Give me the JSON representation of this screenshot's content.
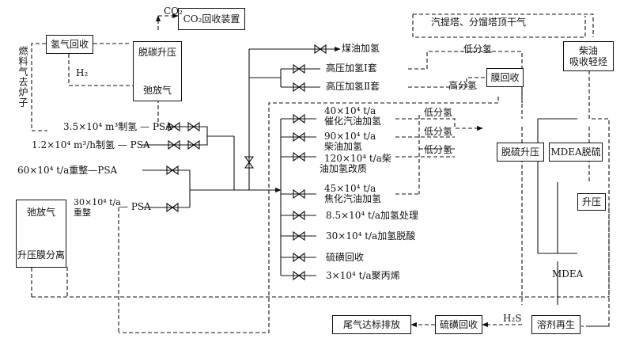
{
  "boxes": {
    "h2_recovery": "氢气回收",
    "co2_plant": "CO₂回收装置",
    "decarb_boost": "脱碳升压",
    "purge_gas_1": "弛放气",
    "membrane_recovery": "膜回收",
    "diesel_absorb": "柴油\n吸收轻烃",
    "desulf_boost": "脱硫升压",
    "mdea_desulf": "MDEA脱硫",
    "boost": "升压",
    "purge_gas_2": "弛放气",
    "boost_membrane": "升压膜分离",
    "solvent_regen": "溶剂再生",
    "sulfur_recovery_box": "硫磺回收",
    "tail_gas": "尾气达标排放"
  },
  "labels": {
    "co2": "CO₂",
    "h2": "H₂",
    "fuel_gas": "燃料气去炉子",
    "psa_35": "3.5×10⁴ m³制氢 — PSA",
    "psa_12": "1.2×10⁴ m³/h制氢 — PSA",
    "psa_60": "60×10⁴ t/a重整—PSA",
    "psa_30a": "30×10⁴ t/a",
    "psa_30b": "重整",
    "psa_30c": "— PSA",
    "kerosene": "煤油加氢",
    "hp1": "高压加氢Ⅰ套",
    "hp2": "高压加氢Ⅱ套",
    "low_sep_1": "低分氢",
    "high_sep": "高分氢",
    "stripper": "汽提塔、分馏塔顶干气",
    "fcc_a": "40×10⁴ t/a",
    "fcc_b": "催化汽油加氢",
    "diesel_a": "90×10⁴ t/a",
    "diesel_b": "柴油加氢",
    "diesel_mod_a": "120×10⁴ t/a柴",
    "diesel_mod_b": "油加氢改质",
    "coker_a": "45×10⁴ t/a",
    "coker_b": "焦化汽油加氢",
    "hydrotreat": "8.5×10⁴ t/a加氢处理",
    "deacid": "30×10⁴ t/a加氢脱酸",
    "sulfur": "硫磺回收",
    "polypropylene": "3×10⁴ t/a聚丙烯",
    "low_sep_2": "低分氢",
    "low_sep_3": "低分氢",
    "low_sep_4": "低分氢",
    "mdea": "MDEA",
    "h2s": "H₂S"
  }
}
